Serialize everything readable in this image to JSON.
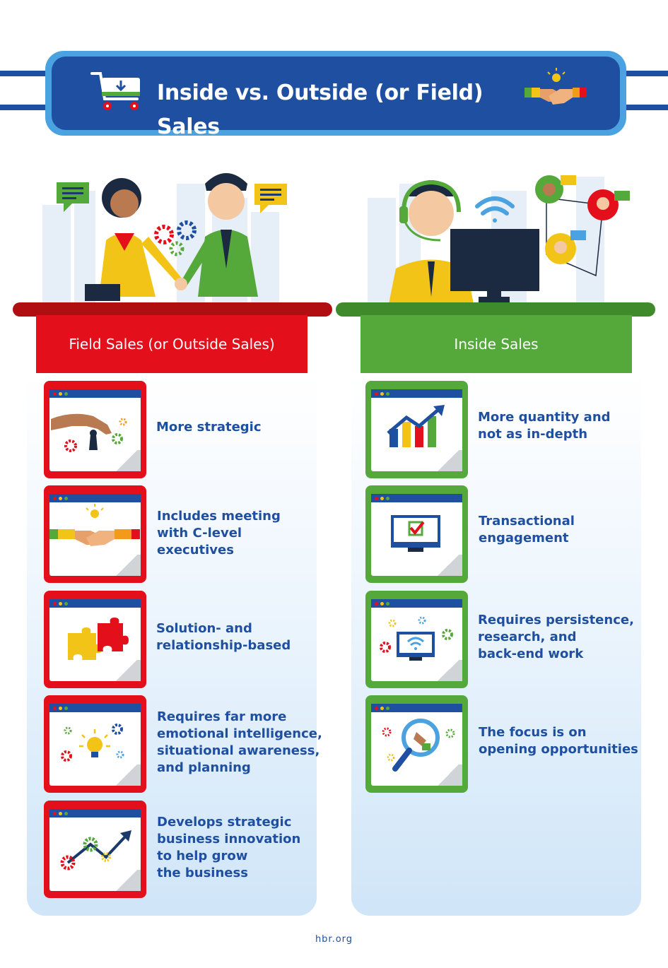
{
  "header": {
    "title": "Inside vs. Outside (or Field) Sales",
    "left_icon": "shopping-cart-icon",
    "right_icon": "handshake-icon"
  },
  "colors": {
    "navy": "#1f4fa0",
    "field_red": "#e3101c",
    "field_dark_red": "#b10e12",
    "inside_green": "#54a93a",
    "inside_dark_green": "#3f8a2a"
  },
  "field": {
    "banner": "Field Sales (or Outside Sales)",
    "items": [
      {
        "text": "More strategic",
        "icon": "chess-hand-icon"
      },
      {
        "text": "Includes meeting\nwith C-level\nexecutives",
        "icon": "handshake-icon"
      },
      {
        "text": "Solution- and\nrelationship-based",
        "icon": "puzzle-icon"
      },
      {
        "text": "Requires far more\nemotional intelligence,\nsituational awareness,\nand planning",
        "icon": "lightbulb-icon"
      },
      {
        "text": "Develops strategic\nbusiness innovation\nto help grow\nthe business",
        "icon": "growth-arrow-icon"
      }
    ]
  },
  "inside": {
    "banner": "Inside Sales",
    "items": [
      {
        "text": "More quantity and\nnot as in-depth",
        "icon": "bar-chart-icon"
      },
      {
        "text": "Transactional\nengagement",
        "icon": "monitor-check-icon"
      },
      {
        "text": "Requires persistence,\nresearch, and\nback-end work",
        "icon": "wifi-monitor-icon"
      },
      {
        "text": "The focus is on\nopening opportunities",
        "icon": "magnifier-icon"
      }
    ]
  },
  "footer": "hbr.org"
}
